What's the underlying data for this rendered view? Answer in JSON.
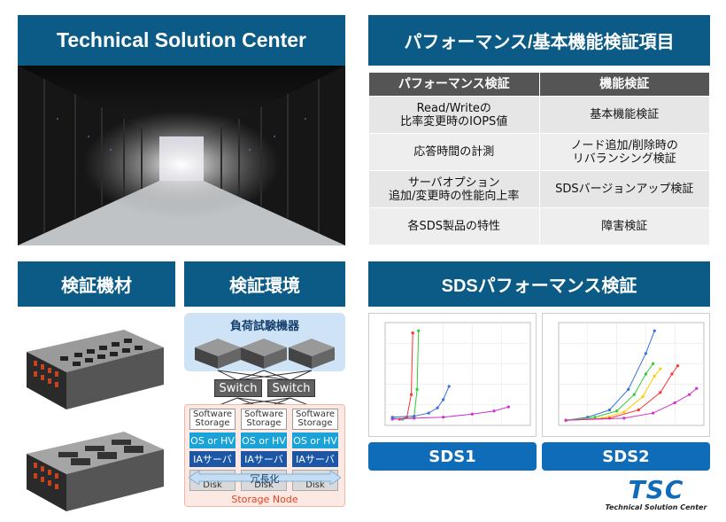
{
  "headers": {
    "tsc": "Technical Solution Center",
    "items": "パフォーマンス/基本機能検証項目",
    "equipment": "検証機材",
    "environment": "検証環境",
    "sds_perf": "SDSパフォーマンス検証"
  },
  "table": {
    "col1": "パフォーマンス検証",
    "col2": "機能検証",
    "rows": [
      {
        "left": [
          "Read/Writeの",
          "比率変更時のIOPS値"
        ],
        "right": [
          "基本機能検証"
        ]
      },
      {
        "left": [
          "応答時間の計測"
        ],
        "right": [
          "ノード追加/削除時の",
          "リバランシング検証"
        ]
      },
      {
        "left": [
          "サーバオプション",
          "追加/変更時の性能向上率"
        ],
        "right": [
          "SDSバージョンアップ検証"
        ]
      },
      {
        "left": [
          "各SDS製品の特性"
        ],
        "right": [
          "障害検証"
        ]
      }
    ]
  },
  "environment": {
    "load_label": "負荷試験機器",
    "switch1": "Switch",
    "switch2": "Switch",
    "software_storage": [
      "Software",
      "Storage"
    ],
    "os_hv": "OS or HV",
    "ia_server": "IAサーバ",
    "redundancy": "冗長化",
    "disk": "Disk",
    "storage_node": "Storage Node"
  },
  "sds": {
    "sds1": "SDS1",
    "sds2": "SDS2"
  },
  "logo": {
    "mark": "TSC",
    "text": "Technical Solution Center"
  },
  "colors": {
    "header_bg": "#0b5b86",
    "table_head": "#555555",
    "sds_button": "#0e6cb8",
    "os_hv": "#19a3d8",
    "ia_server": "#1b57a6",
    "storage_node": "#e8401c"
  },
  "chart_data": [
    {
      "type": "line",
      "title": "SDS1",
      "series": [
        {
          "values": [
            [
              0.05,
              0.07
            ],
            [
              0.1,
              0.06
            ],
            [
              0.15,
              0.08
            ],
            [
              0.18,
              0.3
            ],
            [
              0.19,
              0.9
            ]
          ],
          "color": "#ff3030"
        },
        {
          "values": [
            [
              0.05,
              0.07
            ],
            [
              0.12,
              0.06
            ],
            [
              0.2,
              0.08
            ],
            [
              0.22,
              0.35
            ],
            [
              0.23,
              0.92
            ]
          ],
          "color": "#33cc33"
        },
        {
          "values": [
            [
              0.05,
              0.08
            ],
            [
              0.2,
              0.09
            ],
            [
              0.3,
              0.12
            ],
            [
              0.36,
              0.17
            ],
            [
              0.4,
              0.25
            ],
            [
              0.44,
              0.38
            ]
          ],
          "color": "#3a6fe0"
        },
        {
          "values": [
            [
              0.05,
              0.06
            ],
            [
              0.2,
              0.07
            ],
            [
              0.4,
              0.08
            ],
            [
              0.6,
              0.11
            ],
            [
              0.75,
              0.14
            ],
            [
              0.85,
              0.18
            ]
          ],
          "color": "#cc33cc"
        }
      ]
    },
    {
      "type": "line",
      "title": "SDS2",
      "series": [
        {
          "values": [
            [
              0.05,
              0.05
            ],
            [
              0.2,
              0.08
            ],
            [
              0.35,
              0.15
            ],
            [
              0.48,
              0.35
            ],
            [
              0.6,
              0.7
            ],
            [
              0.66,
              0.92
            ]
          ],
          "color": "#3a6fe0"
        },
        {
          "values": [
            [
              0.05,
              0.05
            ],
            [
              0.25,
              0.08
            ],
            [
              0.4,
              0.14
            ],
            [
              0.52,
              0.3
            ],
            [
              0.6,
              0.5
            ],
            [
              0.65,
              0.6
            ]
          ],
          "color": "#33cc33"
        },
        {
          "values": [
            [
              0.05,
              0.05
            ],
            [
              0.3,
              0.07
            ],
            [
              0.45,
              0.13
            ],
            [
              0.58,
              0.28
            ],
            [
              0.66,
              0.48
            ],
            [
              0.7,
              0.55
            ]
          ],
          "color": "#ffcc00"
        },
        {
          "values": [
            [
              0.05,
              0.05
            ],
            [
              0.35,
              0.07
            ],
            [
              0.55,
              0.15
            ],
            [
              0.7,
              0.32
            ],
            [
              0.78,
              0.5
            ],
            [
              0.82,
              0.58
            ]
          ],
          "color": "#ff3030"
        },
        {
          "values": [
            [
              0.05,
              0.05
            ],
            [
              0.45,
              0.07
            ],
            [
              0.65,
              0.12
            ],
            [
              0.8,
              0.22
            ],
            [
              0.9,
              0.3
            ],
            [
              0.95,
              0.36
            ]
          ],
          "color": "#cc33cc"
        }
      ]
    }
  ]
}
